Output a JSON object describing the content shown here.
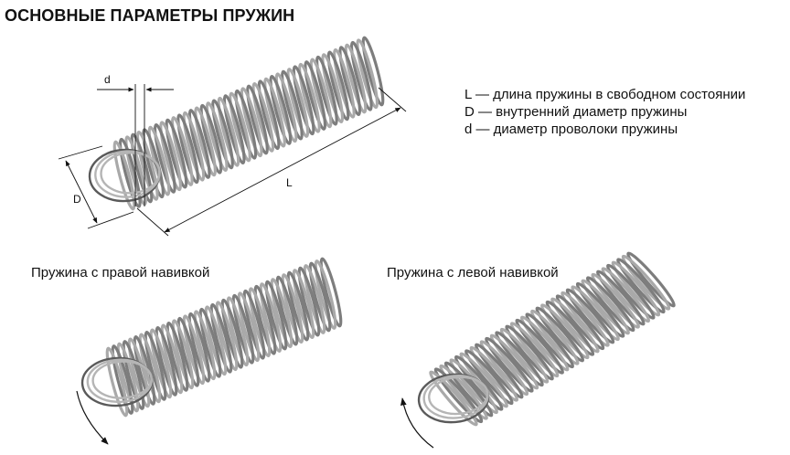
{
  "title": "ОСНОВНЫЕ ПАРАМЕТРЫ ПРУЖИН",
  "legend": [
    "L — длина пружины в свободном состоянии",
    "D — внутренний диаметр пружины",
    "d — диаметр проволоки пружины"
  ],
  "dimensions": {
    "d": "d",
    "D": "D",
    "L": "L"
  },
  "captions": {
    "right": "Пружина с правой навивкой",
    "left": "Пружина с левой навивкой"
  },
  "colors": {
    "wire": "#8a8a8a",
    "wire_light": "#e6e6e6",
    "wire_dark": "#4a4a4a",
    "line": "#111111"
  }
}
